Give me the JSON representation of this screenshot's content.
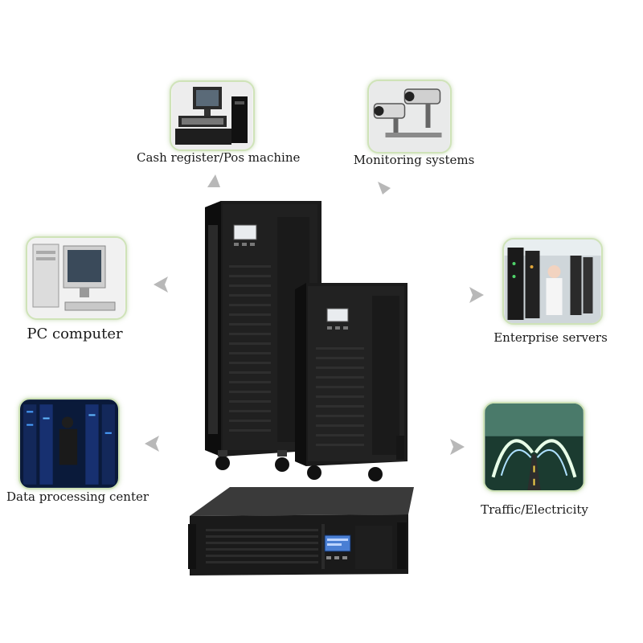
{
  "applications": {
    "cash_register": {
      "label": "Cash register/Pos machine",
      "icon": "pos-terminal-icon"
    },
    "monitoring": {
      "label": "Monitoring systems",
      "icon": "security-camera-icon"
    },
    "pc": {
      "label": "PC computer",
      "icon": "desktop-computer-icon"
    },
    "servers": {
      "label": "Enterprise servers",
      "icon": "server-room-icon"
    },
    "data_center": {
      "label": "Data processing center",
      "icon": "data-center-icon"
    },
    "traffic": {
      "label": "Traffic/Electricity",
      "icon": "highway-icon"
    }
  },
  "colors": {
    "thumb_border": "#cfe3b8",
    "arrow": "#b8b8b8",
    "ups_body": "#1b1b1b",
    "ups_lcd": "#4a7fd4"
  }
}
